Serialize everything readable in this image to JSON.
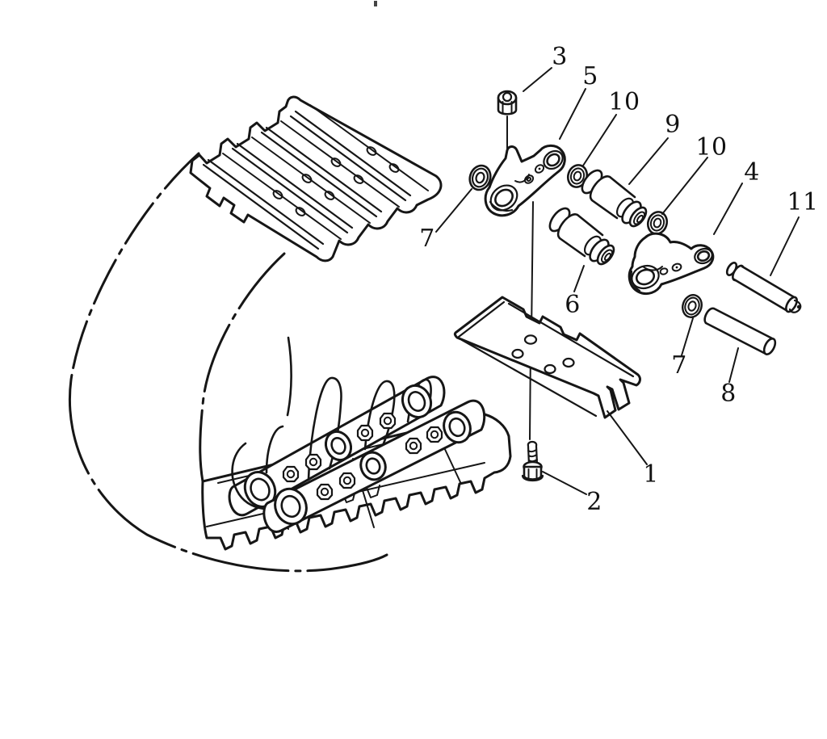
{
  "figure": {
    "kind": "exploded-parts-diagram",
    "subject": "track-shoe-and-link-assembly",
    "background_color": "#ffffff",
    "line_color": "#161616",
    "label_color": "#121212"
  },
  "callouts": [
    {
      "id": "callout-1",
      "part": "track-shoe",
      "label": "1"
    },
    {
      "id": "callout-2",
      "part": "shoe-bolt",
      "label": "2"
    },
    {
      "id": "callout-3",
      "part": "shoe-nut",
      "label": "3"
    },
    {
      "id": "callout-4",
      "part": "link-right",
      "label": "4"
    },
    {
      "id": "callout-5",
      "part": "link-left",
      "label": "5"
    },
    {
      "id": "callout-6",
      "part": "bushing-lower",
      "label": "6"
    },
    {
      "id": "callout-7-left",
      "part": "seal-left",
      "label": "7"
    },
    {
      "id": "callout-7-right",
      "part": "seal-right",
      "label": "7"
    },
    {
      "id": "callout-8",
      "part": "pin",
      "label": "8"
    },
    {
      "id": "callout-9",
      "part": "bushing-upper",
      "label": "9"
    },
    {
      "id": "callout-10-upper",
      "part": "ring-upper",
      "label": "10"
    },
    {
      "id": "callout-10-lower",
      "part": "ring-lower",
      "label": "10"
    },
    {
      "id": "callout-11",
      "part": "master-pin",
      "label": "11"
    }
  ]
}
